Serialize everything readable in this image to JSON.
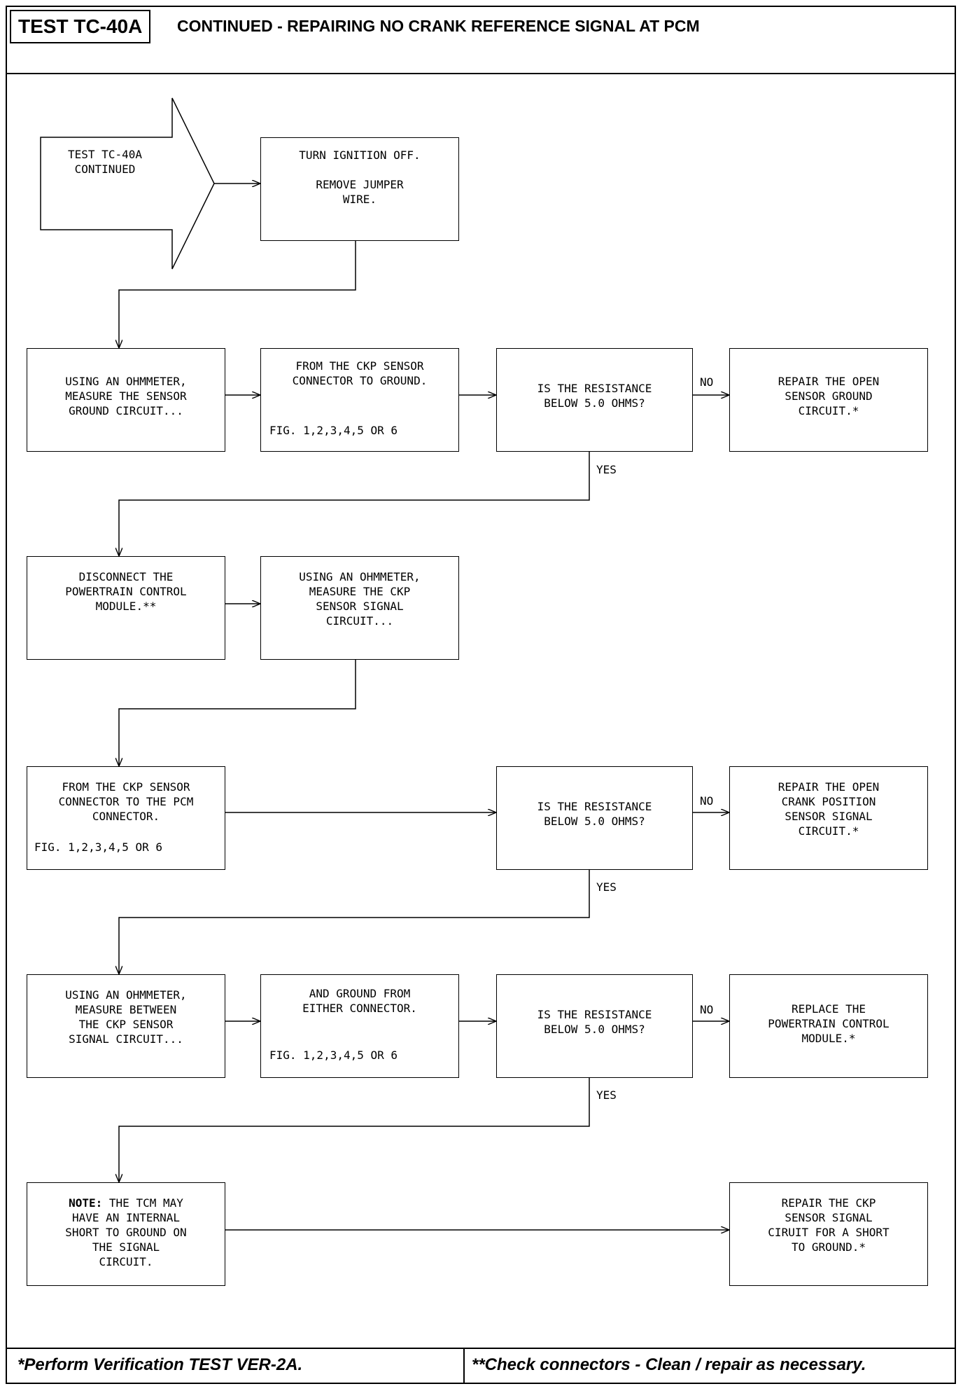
{
  "header": {
    "test_id": "TEST TC-40A",
    "title": "CONTINUED - REPAIRING NO CRANK REFERENCE SIGNAL AT PCM"
  },
  "entry": {
    "text": "TEST TC-40A\nCONTINUED"
  },
  "boxes": {
    "b1": "TURN IGNITION OFF.\n\nREMOVE JUMPER\nWIRE.",
    "b2": "USING AN OHMMETER,\nMEASURE THE SENSOR\nGROUND CIRCUIT...",
    "b3": "FROM THE CKP SENSOR\nCONNECTOR TO GROUND.",
    "b3_fig": "FIG. 1,2,3,4,5 OR 6",
    "b4": "IS THE RESISTANCE\nBELOW 5.0 OHMS?",
    "b5": "REPAIR THE OPEN\nSENSOR GROUND\nCIRCUIT.*",
    "b6": "DISCONNECT THE\nPOWERTRAIN CONTROL\nMODULE.**",
    "b7": "USING AN OHMMETER,\nMEASURE THE CKP\nSENSOR SIGNAL\nCIRCUIT...",
    "b8": "FROM THE CKP SENSOR\nCONNECTOR TO THE PCM\nCONNECTOR.",
    "b8_fig": "FIG. 1,2,3,4,5 OR 6",
    "b9": "IS THE RESISTANCE\nBELOW 5.0 OHMS?",
    "b10": "REPAIR THE OPEN\nCRANK POSITION\nSENSOR SIGNAL\nCIRCUIT.*",
    "b11": "USING AN OHMMETER,\nMEASURE BETWEEN\nTHE CKP SENSOR\nSIGNAL CIRCUIT...",
    "b12": "AND GROUND FROM\nEITHER CONNECTOR.",
    "b12_fig": "FIG. 1,2,3,4,5 OR 6",
    "b13": "IS THE RESISTANCE\nBELOW 5.0 OHMS?",
    "b14": "REPLACE THE\nPOWERTRAIN CONTROL\nMODULE.*",
    "b15_note_label": "NOTE:",
    "b15": " THE TCM MAY\nHAVE AN INTERNAL\nSHORT TO GROUND ON\nTHE SIGNAL\nCIRCUIT.",
    "b16": "REPAIR THE CKP\nSENSOR SIGNAL\nCIRUIT FOR A SHORT\nTO GROUND.*"
  },
  "labels": {
    "no1": "NO",
    "yes1": "YES",
    "no2": "NO",
    "yes2": "YES",
    "no3": "NO",
    "yes3": "YES"
  },
  "footer": {
    "left": "*Perform Verification TEST VER-2A.",
    "right": "**Check connectors - Clean / repair as necessary."
  }
}
